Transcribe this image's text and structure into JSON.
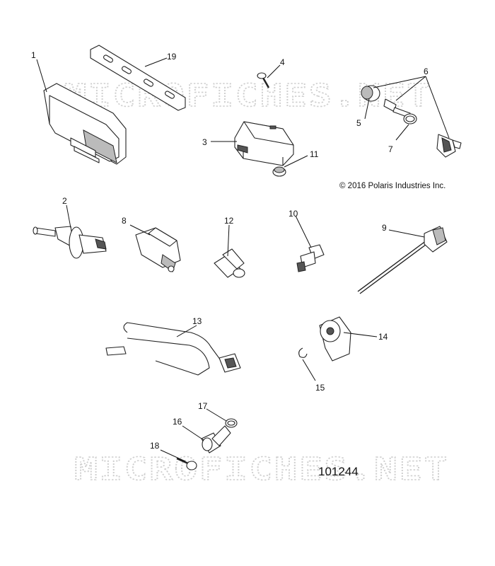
{
  "diagram": {
    "copyright": "© 2016 Polaris Industries Inc.",
    "figure_id": "101244",
    "watermark_top": "MICROFICHES.NET",
    "watermark_bottom": "MICROFICHES.NET",
    "callouts": [
      {
        "key": "c1",
        "label": "1"
      },
      {
        "key": "c2",
        "label": "2"
      },
      {
        "key": "c3",
        "label": "3"
      },
      {
        "key": "c4",
        "label": "4"
      },
      {
        "key": "c5",
        "label": "5"
      },
      {
        "key": "c6",
        "label": "6"
      },
      {
        "key": "c7",
        "label": "7"
      },
      {
        "key": "c8",
        "label": "8"
      },
      {
        "key": "c9",
        "label": "9"
      },
      {
        "key": "c10",
        "label": "10"
      },
      {
        "key": "c11",
        "label": "11"
      },
      {
        "key": "c12",
        "label": "12"
      },
      {
        "key": "c13",
        "label": "13"
      },
      {
        "key": "c14",
        "label": "14"
      },
      {
        "key": "c15",
        "label": "15"
      },
      {
        "key": "c16",
        "label": "16"
      },
      {
        "key": "c17",
        "label": "17"
      },
      {
        "key": "c18",
        "label": "18"
      },
      {
        "key": "c19",
        "label": "19"
      }
    ]
  }
}
